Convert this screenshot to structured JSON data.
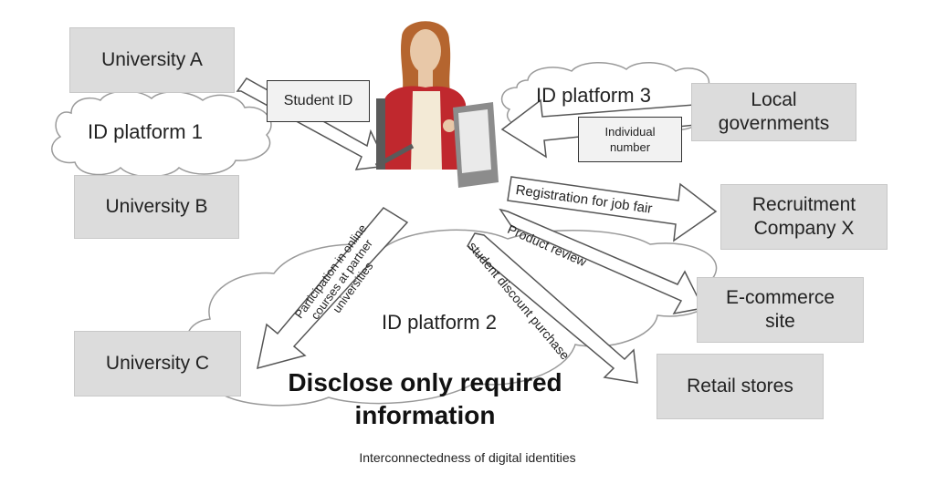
{
  "entities": {
    "university_a": "University A",
    "university_b": "University B",
    "university_c": "University C",
    "local_governments": "Local governments",
    "recruitment_company": "Recruitment Company X",
    "ecommerce": "E-commerce site",
    "retail": "Retail stores"
  },
  "platforms": {
    "p1": "ID platform 1",
    "p2": "ID platform 2",
    "p3": "ID platform 3"
  },
  "cards": {
    "student_id": "Student ID",
    "individual_number": "Individual number"
  },
  "arrows": {
    "job_fair": "Registration for job fair",
    "product_review": "Product review",
    "student_discount": "student discount purchase",
    "online_courses": "Participation in online courses at partner universities"
  },
  "headline": "Disclose only required information",
  "caption": "Interconnectedness of digital identities",
  "colors": {
    "box_fill": "#dcdcdc",
    "jacket": "#c0282e",
    "hair": "#b5652f",
    "phone": "#8c8c8c"
  }
}
